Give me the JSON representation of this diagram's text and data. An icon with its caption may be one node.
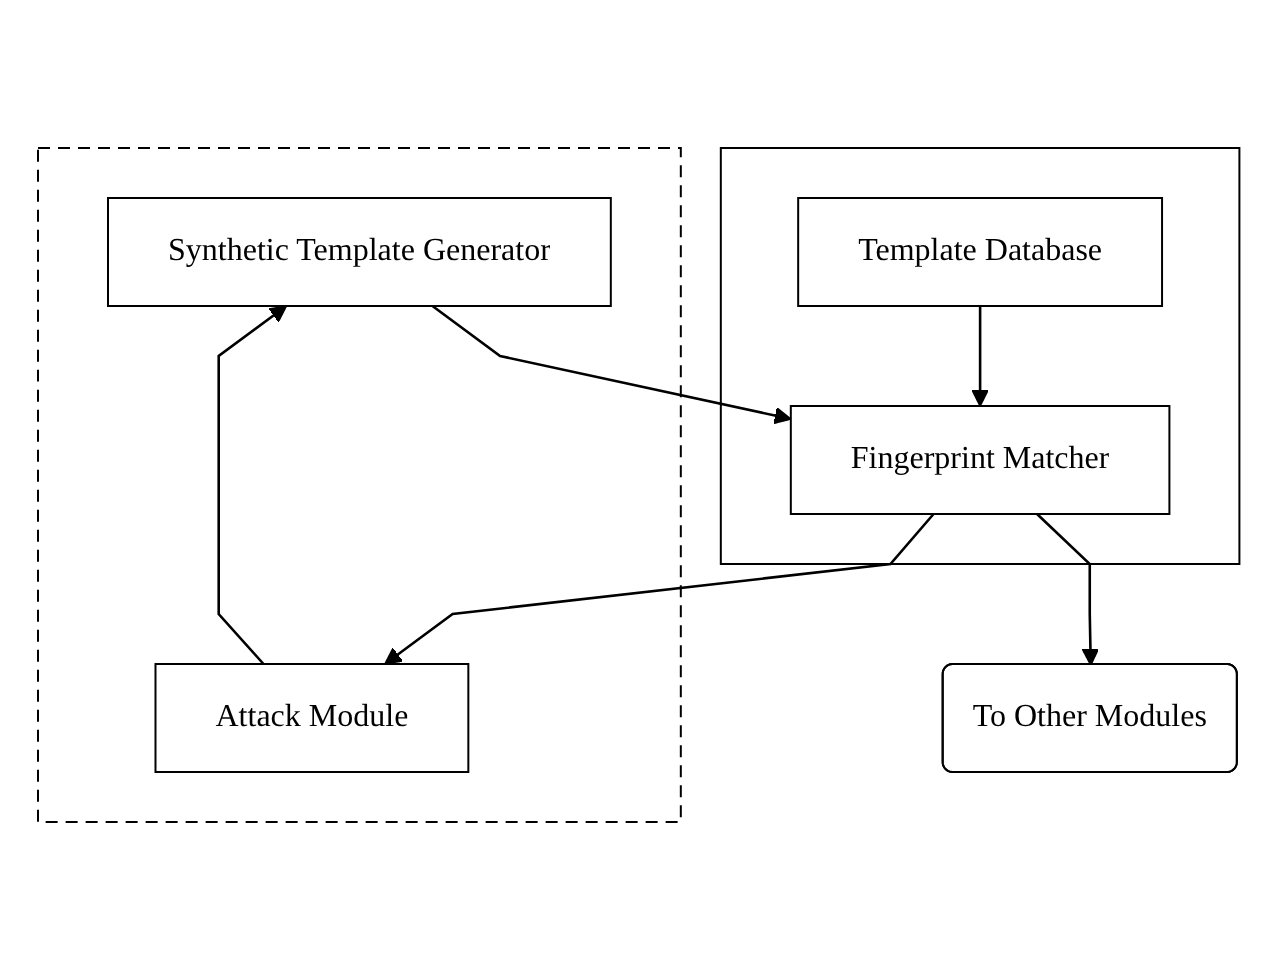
{
  "diagram": {
    "nodes": [
      {
        "text": [],
        "shape": "box"
      },
      {
        "text": [
          "Synthetic Template Generator"
        ],
        "in": 0
      },
      {
        "text": [
          "Attack Module"
        ],
        "in": 0
      },
      {
        "text": [],
        "shape": "box"
      },
      {
        "text": [
          "Template Database"
        ],
        "in": 3
      },
      {
        "text": [
          "Fingerprint Matcher"
        ],
        "in": 3
      },
      {
        "text": [
          "To Other Modules"
        ]
      }
    ],
    "edges": [
      {
        "from": 4,
        "to": 5,
        "arrow": "to"
      },
      {
        "from": 1,
        "to": 5,
        "arrow": "to"
      },
      {
        "from": 2,
        "to": 1,
        "arrow": "to"
      },
      {
        "from": 5,
        "to": 2,
        "arrow": "to"
      },
      {
        "from": 5,
        "to": 6,
        "arrow": "to"
      }
    ]
  }
}
